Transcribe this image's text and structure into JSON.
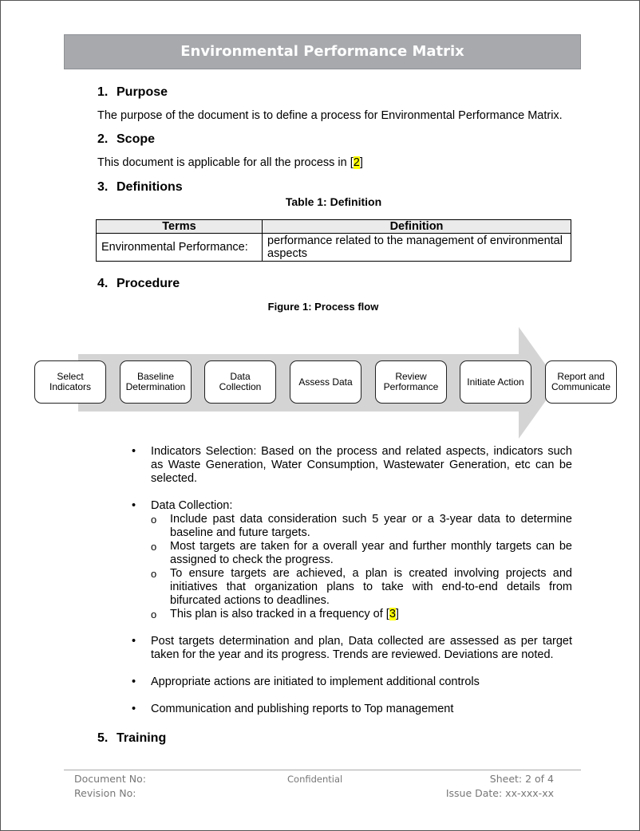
{
  "title": "Environmental Performance Matrix",
  "sections": {
    "purpose": {
      "num": "1.",
      "heading": "Purpose",
      "text": "The purpose of the document is to define a process for Environmental Performance Matrix."
    },
    "scope": {
      "num": "2.",
      "heading": "Scope",
      "text_before": "This document is applicable for all the process in [",
      "ref": "2",
      "text_after": "]"
    },
    "definitions": {
      "num": "3.",
      "heading": "Definitions",
      "table_caption": "Table 1: Definition",
      "table": {
        "headers": [
          "Terms",
          "Definition"
        ],
        "rows": [
          [
            "Environmental Performance:",
            "performance related to the management of environmental aspects"
          ]
        ]
      }
    },
    "procedure": {
      "num": "4.",
      "heading": "Procedure",
      "figure_caption": "Figure 1: Process flow"
    },
    "training": {
      "num": "5.",
      "heading": "Training"
    }
  },
  "process_flow": [
    {
      "l1": "Select",
      "l2": "Indicators"
    },
    {
      "l1": "Baseline",
      "l2": "Determination"
    },
    {
      "l1": "Data",
      "l2": "Collection"
    },
    {
      "l1": "Assess Data",
      "l2": ""
    },
    {
      "l1": "Review",
      "l2": "Performance"
    },
    {
      "l1": "Initiate Action",
      "l2": ""
    },
    {
      "l1": "Report and",
      "l2": "Communicate"
    }
  ],
  "bullets": {
    "b1": "Indicators Selection: Based on the process and related aspects, indicators such as Waste Generation, Water Consumption, Wastewater Generation, etc can be selected.",
    "b2": "Data Collection:",
    "b2_sub": [
      "Include past data consideration such 5 year or a 3-year data to determine baseline and future targets.",
      "Most targets are taken for a overall year and further monthly targets can be assigned to check the progress.",
      "To ensure targets are achieved, a plan is created involving projects and initiatives that organization plans to take with end-to-end details from bifurcated actions to deadlines."
    ],
    "b2_sub4_before": "This plan is also tracked in a frequency of [",
    "b2_sub4_ref": "3",
    "b2_sub4_after": "]",
    "b3": "Post targets determination and plan, Data collected are assessed as per target taken for the year and its progress. Trends are reviewed. Deviations are noted.",
    "b4": "Appropriate actions are initiated to implement additional controls",
    "b5": "Communication and publishing reports to Top management"
  },
  "footer": {
    "doc_no": "Document No:",
    "rev_no": "Revision No:",
    "confidential": "Confidential",
    "sheet": "Sheet: 2 of 4",
    "issue_date": "Issue Date: xx-xxx-xx"
  }
}
